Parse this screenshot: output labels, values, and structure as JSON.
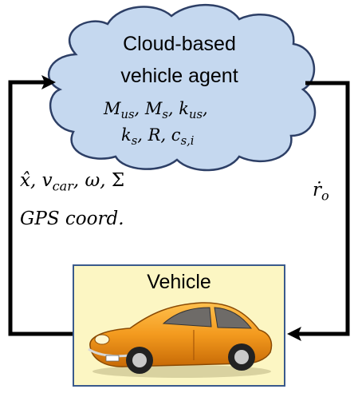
{
  "cloud": {
    "title_line1": "Cloud-based",
    "title_line2": "vehicle agent"
  },
  "left_label": {
    "line1": "x̂, v_car, ω, Σ",
    "line2": "GPS coord."
  },
  "right_label": "ṙ_o",
  "vehicle": {
    "label": "Vehicle"
  },
  "colors": {
    "cloud_fill": "#c5d8ef",
    "cloud_stroke": "#2d3f66",
    "box_fill": "#fcf6c3",
    "box_stroke": "#3a5a8c",
    "car_body": "#f39a1e"
  }
}
